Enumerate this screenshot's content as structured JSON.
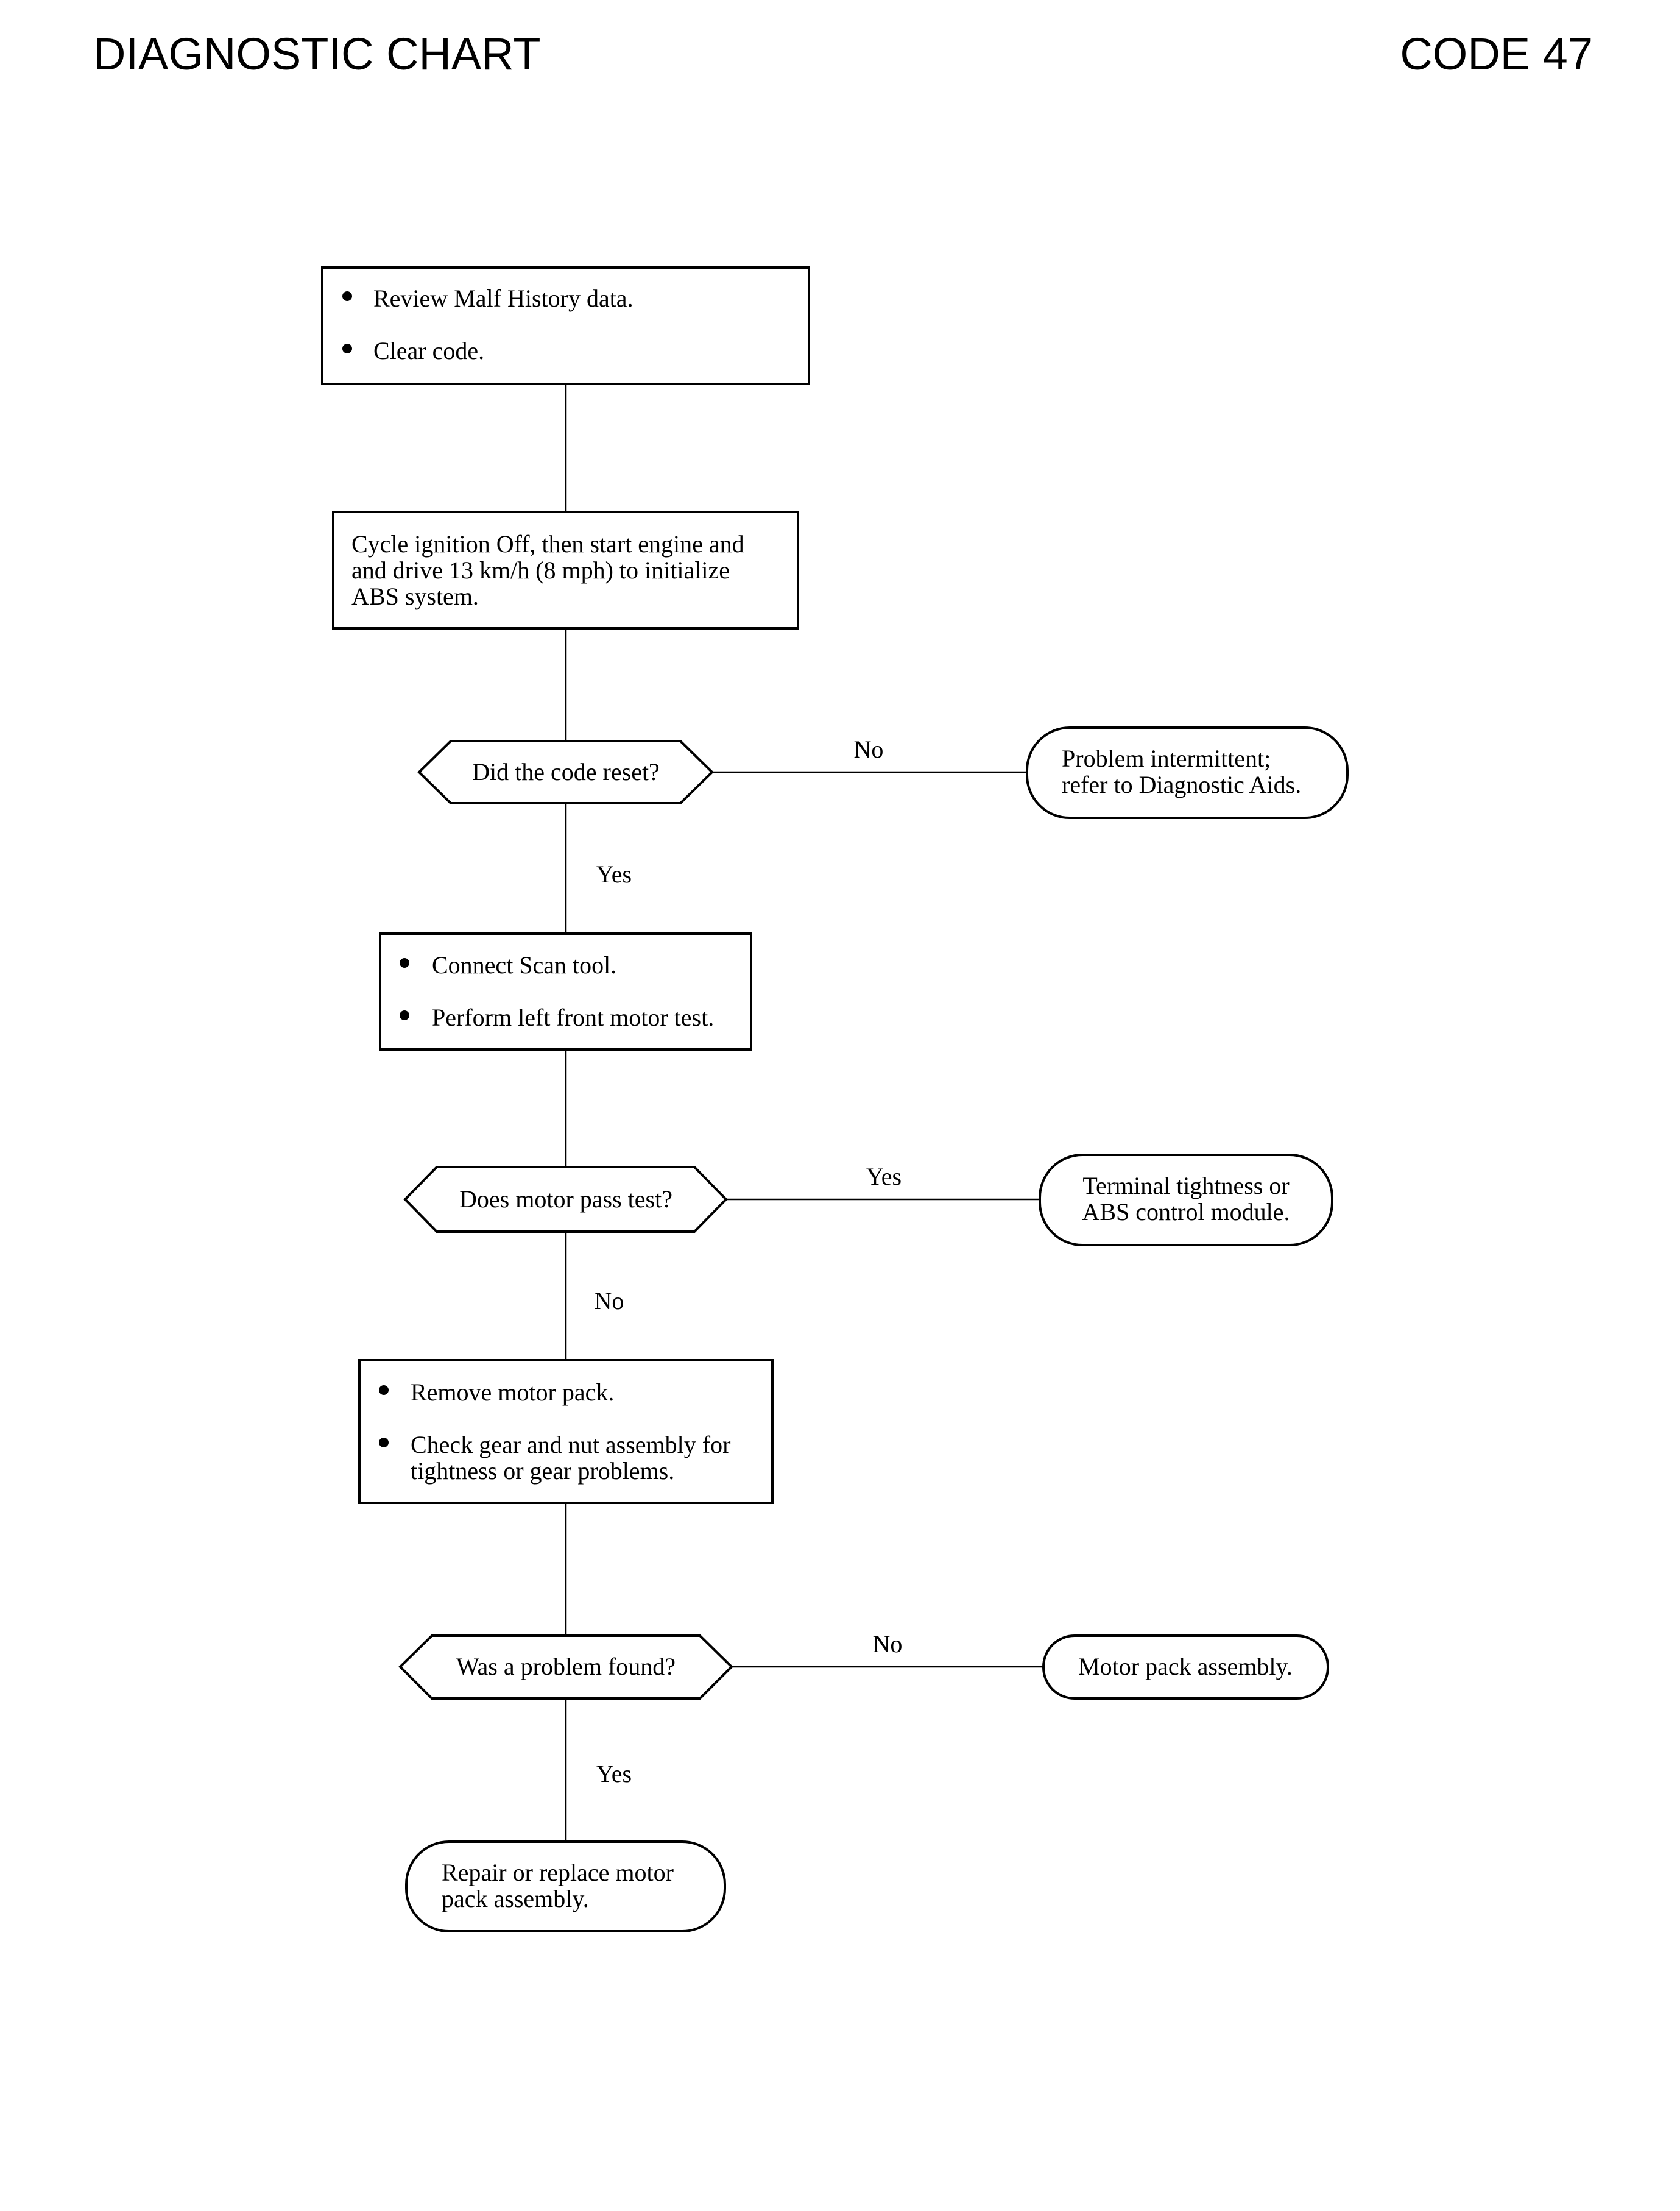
{
  "header": {
    "title": "DIAGNOSTIC CHART",
    "code": "CODE 47"
  },
  "flow": {
    "step1": {
      "bullets": [
        "Review Malf History data.",
        "Clear code."
      ]
    },
    "step2": {
      "lines": [
        "Cycle ignition Off, then start engine and",
        "and drive 13 km/h (8 mph) to initialize",
        "ABS system."
      ]
    },
    "decision1": {
      "question": "Did the code reset?",
      "no_label": "No",
      "yes_label": "Yes"
    },
    "outcome1": {
      "lines": [
        "Problem intermittent;",
        "refer to Diagnostic Aids."
      ]
    },
    "step3": {
      "bullets": [
        "Connect Scan tool.",
        "Perform left front motor test."
      ]
    },
    "decision2": {
      "question": "Does motor pass test?",
      "yes_label": "Yes",
      "no_label": "No"
    },
    "outcome2": {
      "lines": [
        "Terminal tightness or",
        "ABS control module."
      ]
    },
    "step4": {
      "bullet1": "Remove motor pack.",
      "bullet2_lines": [
        "Check gear and nut assembly for",
        "tightness or gear problems."
      ]
    },
    "decision3": {
      "question": "Was a problem found?",
      "no_label": "No",
      "yes_label": "Yes"
    },
    "outcome3": {
      "text": "Motor pack assembly."
    },
    "outcome4": {
      "lines": [
        "Repair or replace motor",
        "pack assembly."
      ]
    }
  }
}
